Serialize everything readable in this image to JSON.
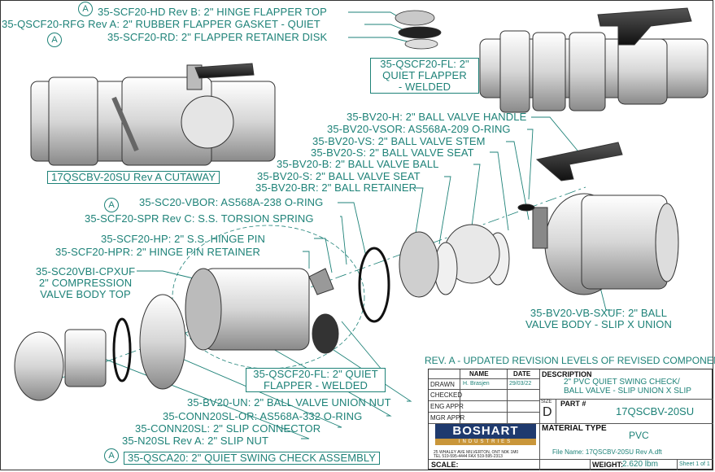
{
  "labels": {
    "hinge_flapper_top": "35-SCF20-HD Rev B: 2\" HINGE FLAPPER TOP",
    "rubber_gasket": "35-QSCF20-RFG Rev A: 2\" RUBBER FLAPPER GASKET - QUIET",
    "retainer_disk": "35-SCF20-RD: 2\" FLAPPER RETAINER DISK",
    "quiet_flapper_top": "35-QSCF20-FL: 2\"\nQUIET FLAPPER\n- WELDED",
    "cutaway": "17QSCBV-20SU Rev A CUTAWAY",
    "bv_handle": "35-BV20-H: 2\" BALL VALVE HANDLE",
    "bv_oring": "35-BV20-VSOR: AS568A-209 O-RING",
    "bv_stem": "35-BV20-VS: 2\" BALL VALVE STEM",
    "bv_seat_1": "35-BV20-S: 2\" BALL VALVE SEAT",
    "bv_ball": "35-BV20-B: 2\" BALL VALVE BALL",
    "bv_seat_2": "35-BV20-S: 2\" BALL VALVE SEAT",
    "bv_retainer": "35-BV20-BR: 2\" BALL RETAINER",
    "sc_oring": "35-SC20-VBOR: AS568A-238 O-RING",
    "torsion_spring": "35-SCF20-SPR Rev C: S.S. TORSION SPRING",
    "hinge_pin": "35-SCF20-HP: 2\" S.S. HINGE PIN",
    "hinge_pin_retainer": "35-SCF20-HPR: 2\" HINGE PIN RETAINER",
    "compression_top": "35-SC20VBI-CPXUF\n2\" COMPRESSION\nVALVE BODY TOP",
    "valve_body": "35-BV20-VB-SXUF: 2\" BALL\nVALVE BODY -  SLIP X UNION",
    "quiet_flapper_bottom": "35-QSCF20-FL: 2\" QUIET\nFLAPPER - WELDED",
    "union_nut": "35-BV20-UN: 2\" BALL VALVE UNION NUT",
    "conn_oring": "35-CONN20SL-OR: AS568A-332 O-RING",
    "slip_connector": "35-CONN20SL: 2\" SLIP CONNECTOR",
    "slip_nut": "35-N20SL Rev A: 2\" SLIP NUT",
    "assembly": "35-QSCA20: 2\" QUIET SWING CHECK ASSEMBLY"
  },
  "revision_marker": "A",
  "revision_note": "REV. A - UPDATED REVISION LEVELS OF REVISED COMPONENTS",
  "title_block": {
    "name_header": "NAME",
    "date_header": "DATE",
    "description_header": "DESCRIPTION",
    "description": "2\" PVC QUIET SWING CHECK/\nBALL VALVE - SLIP UNION X SLIP",
    "rows": [
      {
        "label": "DRAWN",
        "name": "H. Brasjen",
        "date": "29/03/22"
      },
      {
        "label": "CHECKED",
        "name": "",
        "date": ""
      },
      {
        "label": "ENG APPR",
        "name": "",
        "date": ""
      },
      {
        "label": "MGR APPR",
        "name": "",
        "date": ""
      }
    ],
    "size_label": "SIZE",
    "size_value": "D",
    "part_label": "PART #",
    "part_value": "17QSCBV-20SU",
    "material_label": "MATERIAL TYPE",
    "material_value": "PVC",
    "file_name": "File Name: 17QSCBV-20SU Rev A.dft",
    "logo_name": "BOSHART",
    "logo_sub": "INDUSTRIES",
    "address": "25 WHALEY AVE MILVERTON, ONT N0K 1M0",
    "phone": "TEL 519-595-4444  FAX 519-595-2313",
    "scale_label": "SCALE:",
    "weight_label": "WEIGHT:",
    "weight_value": "2.620 lbm",
    "sheet": "Sheet 1 of 1"
  }
}
